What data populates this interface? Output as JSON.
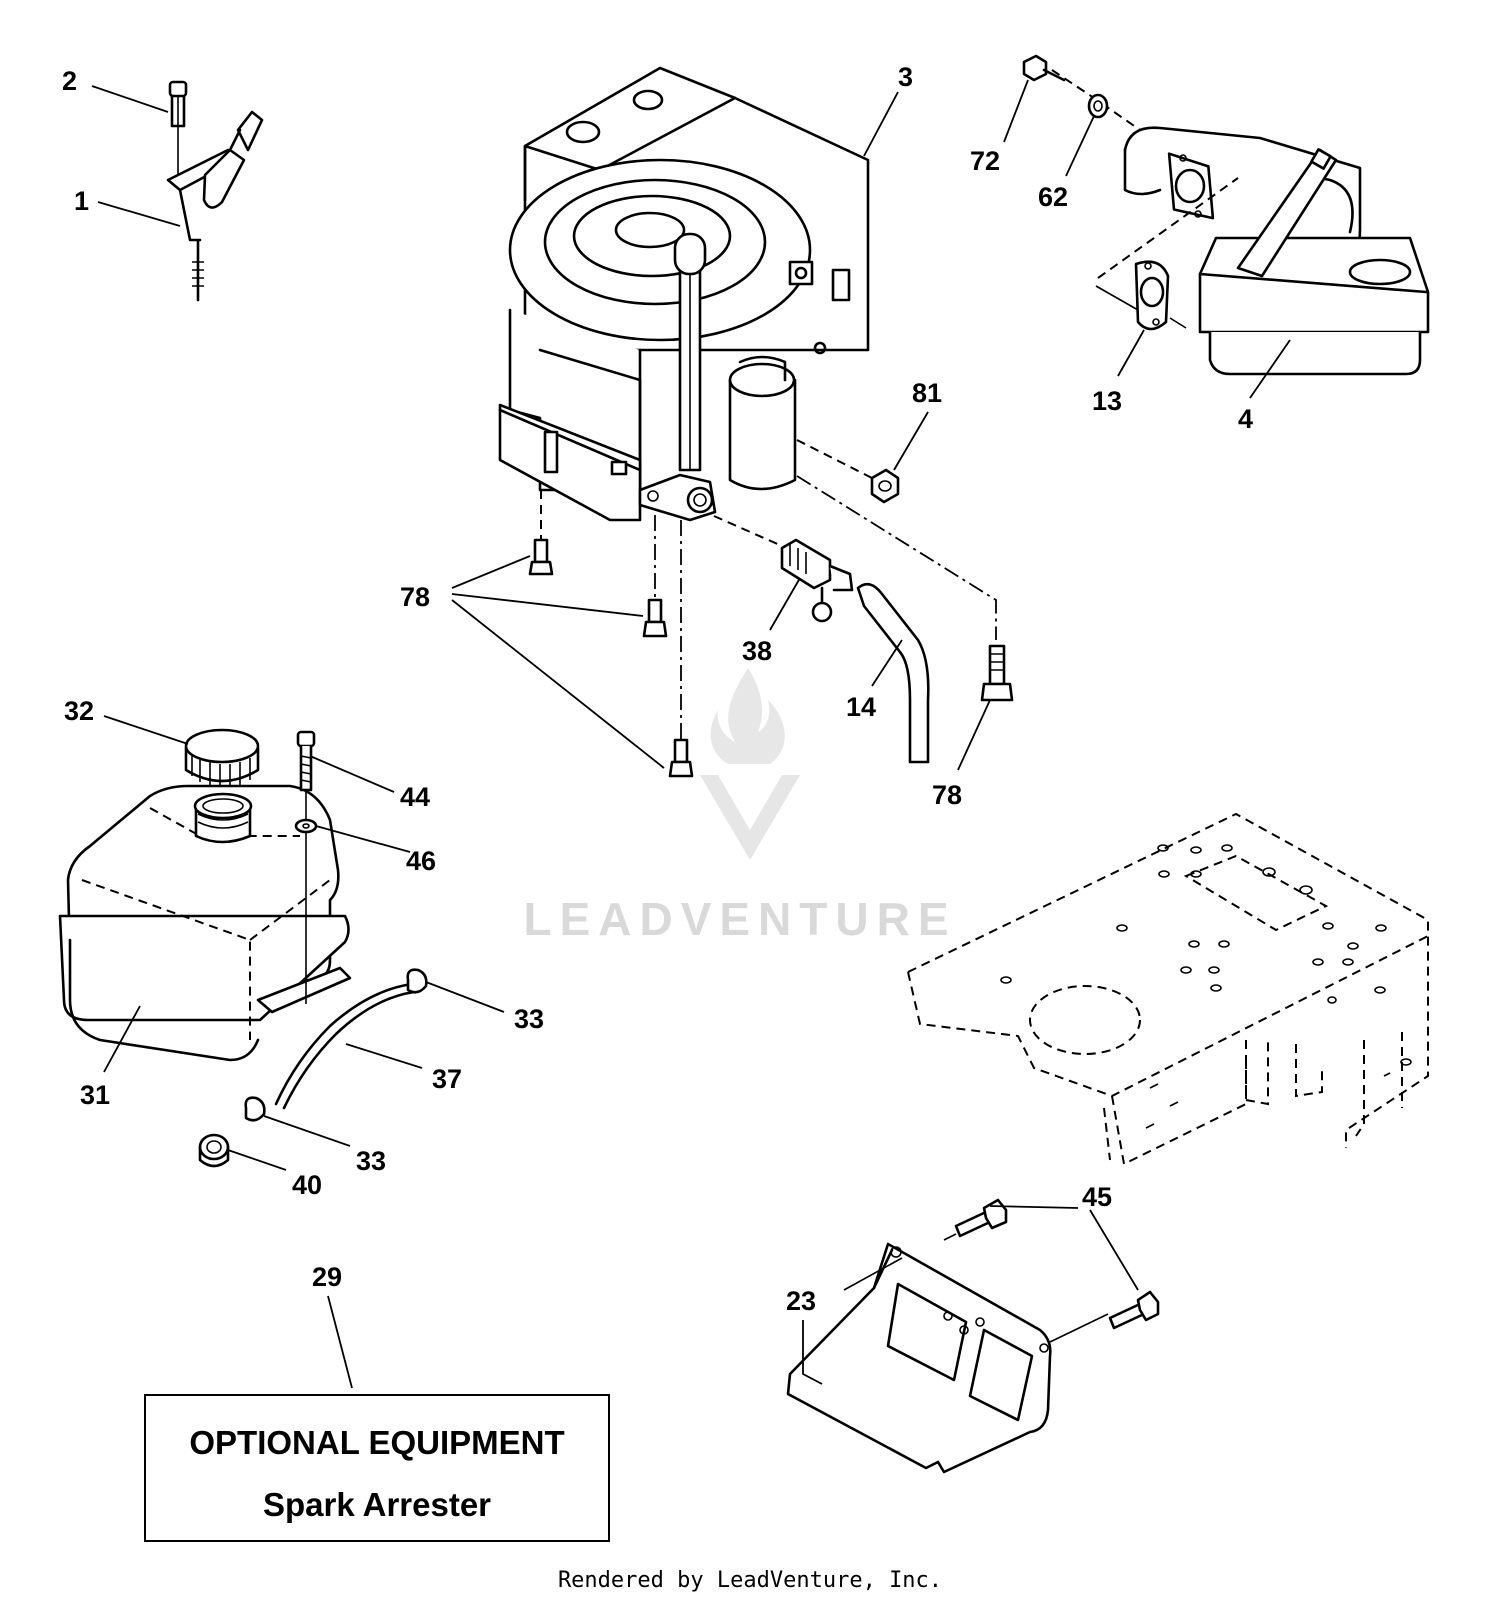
{
  "callouts": [
    {
      "label": "1"
    },
    {
      "label": "2"
    },
    {
      "label": "3"
    },
    {
      "label": "4"
    },
    {
      "label": "13"
    },
    {
      "label": "14"
    },
    {
      "label": "23"
    },
    {
      "label": "29"
    },
    {
      "label": "31"
    },
    {
      "label": "32"
    },
    {
      "label": "33"
    },
    {
      "label": "33"
    },
    {
      "label": "37"
    },
    {
      "label": "38"
    },
    {
      "label": "40"
    },
    {
      "label": "44"
    },
    {
      "label": "45"
    },
    {
      "label": "46"
    },
    {
      "label": "62"
    },
    {
      "label": "72"
    },
    {
      "label": "78"
    },
    {
      "label": "78"
    },
    {
      "label": "81"
    }
  ],
  "optional_box": {
    "title": "OPTIONAL EQUIPMENT",
    "subtitle": "Spark Arrester"
  },
  "watermark": "LEADVENTURE",
  "footer": "Rendered by LeadVenture, Inc.",
  "colors": {
    "ink": "#000000",
    "watermark": "#d9d9d9",
    "background": "#ffffff"
  }
}
